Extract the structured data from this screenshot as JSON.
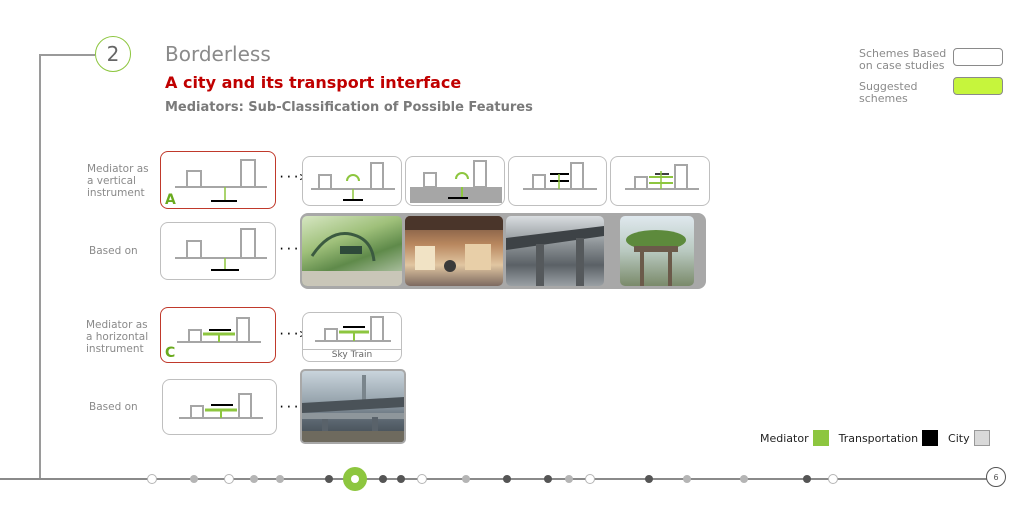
{
  "header": {
    "step_number": "2",
    "title": "Borderless",
    "subtitle": "A city and its transport interface",
    "subsubtitle": "Mediators: Sub-Classification of Possible Features"
  },
  "top_legend": {
    "case_studies_label": "Schemes Based on case studies",
    "suggested_label": "Suggested schemes",
    "case_studies_color": "#ffffff",
    "suggested_color": "#c6f53c"
  },
  "rows": {
    "vertical_label": "Mediator as a vertical instrument",
    "vertical_letter": "A",
    "based_on_1": "Based on",
    "horizontal_label": "Mediator as a horizontal instrument",
    "horizontal_letter": "C",
    "based_on_2": "Based on",
    "sky_train_caption": "Sky Train"
  },
  "bottom_legend": {
    "mediator": "Mediator",
    "transportation": "Transportation",
    "city": "City",
    "mediator_color": "#8dc63f",
    "transportation_color": "#000000",
    "city_color": "#d9d9d9"
  },
  "colors": {
    "accent_green": "#8dc63f",
    "accent_red": "#c00000",
    "diagram_gray": "#a6a6a6"
  },
  "page_number": "6"
}
